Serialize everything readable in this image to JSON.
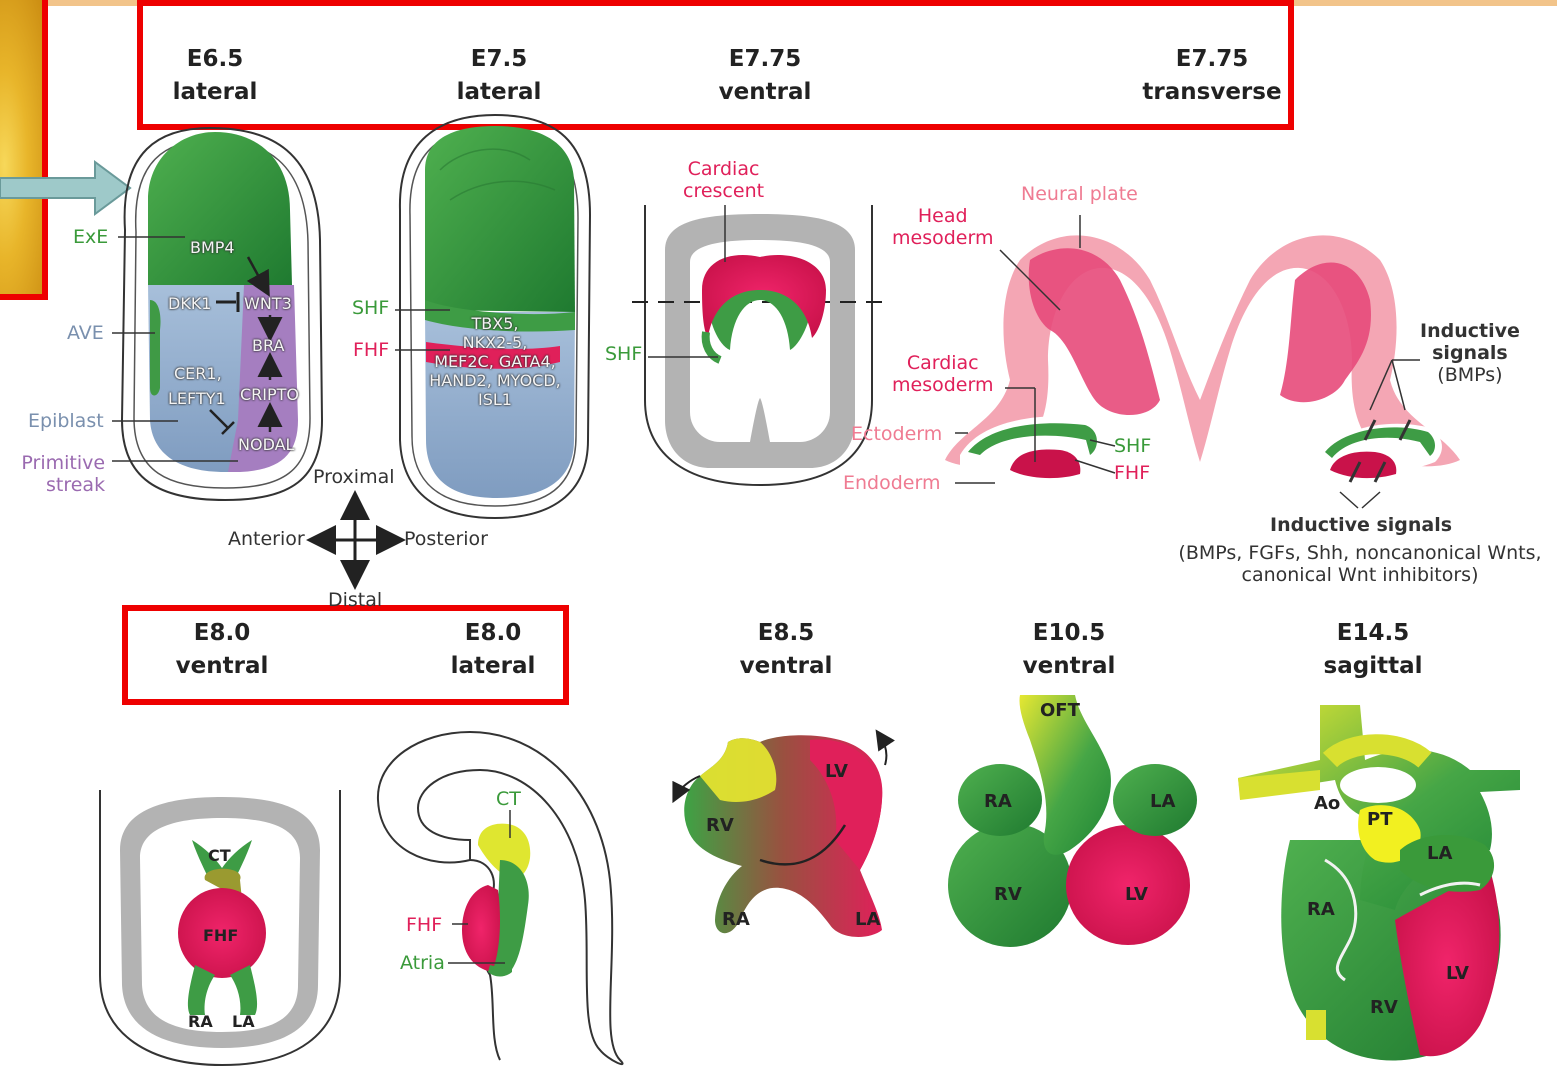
{
  "stages_top": [
    {
      "e": "E6.5",
      "view": "lateral"
    },
    {
      "e": "E7.5",
      "view": "lateral"
    },
    {
      "e": "E7.75",
      "view": "ventral"
    },
    {
      "e": "E7.75",
      "view": "transverse"
    }
  ],
  "stages_bottom": [
    {
      "e": "E8.0",
      "view": "ventral"
    },
    {
      "e": "E8.0",
      "view": "lateral"
    },
    {
      "e": "E8.5",
      "view": "ventral"
    },
    {
      "e": "E10.5",
      "view": "ventral"
    },
    {
      "e": "E14.5",
      "view": "sagittal"
    }
  ],
  "e65": {
    "exe": "ExE",
    "ave": "AVE",
    "epiblast": "Epiblast",
    "primitive_streak": [
      "Primitive",
      "streak"
    ],
    "bmp4": "BMP4",
    "dkk1": "DKK1",
    "wnt3": "WNT3",
    "bra": "BRA",
    "cer1": "CER1,",
    "lefty1": "LEFTY1",
    "cripto": "CRIPTO",
    "nodal": "NODAL"
  },
  "e75": {
    "shf": "SHF",
    "fhf": "FHF",
    "genes": [
      "TBX5,",
      "NKX2-5,",
      "MEF2C, GATA4,",
      "HAND2, MYOCD,",
      "ISL1"
    ]
  },
  "axes": {
    "proximal": "Proximal",
    "distal": "Distal",
    "anterior": "Anterior",
    "posterior": "Posterior"
  },
  "e775v": {
    "cardiac_crescent": [
      "Cardiac",
      "crescent"
    ],
    "shf": "SHF"
  },
  "e775t": {
    "neural_plate": "Neural plate",
    "head_mesoderm": [
      "Head",
      "mesoderm"
    ],
    "cardiac_mesoderm": [
      "Cardiac",
      "mesoderm"
    ],
    "ectoderm": "Ectoderm",
    "endoderm": "Endoderm",
    "shf": "SHF",
    "fhf": "FHF",
    "inductive_right": [
      "Inductive",
      "signals",
      "(BMPs)"
    ],
    "inductive_bottom_title": "Inductive signals",
    "inductive_bottom_detail": [
      "(BMPs, FGFs, Shh, noncanonical Wnts,",
      "canonical Wnt inhibitors)"
    ]
  },
  "e80v": {
    "ct": "CT",
    "fhf": "FHF",
    "ra": "RA",
    "la": "LA"
  },
  "e80l": {
    "ct": "CT",
    "fhf": "FHF",
    "atria": "Atria"
  },
  "e85": {
    "lv": "LV",
    "rv": "RV",
    "ra": "RA",
    "la": "LA"
  },
  "e105": {
    "oft": "OFT",
    "ra": "RA",
    "la": "LA",
    "rv": "RV",
    "lv": "LV"
  },
  "e145": {
    "ao": "Ao",
    "pt": "PT",
    "la": "LA",
    "ra": "RA",
    "lv": "LV",
    "rv": "RV"
  },
  "colors": {
    "shf_green": "#2f9a3a",
    "fhf_magenta": "#e0205a",
    "outflow_yellow": "#e8e82a",
    "highlight_red": "#ee0000",
    "ectoderm_pink": "#f4a6b4",
    "epiblast_blue": "#8ea9c9",
    "streak_purple": "#a57ec0"
  }
}
